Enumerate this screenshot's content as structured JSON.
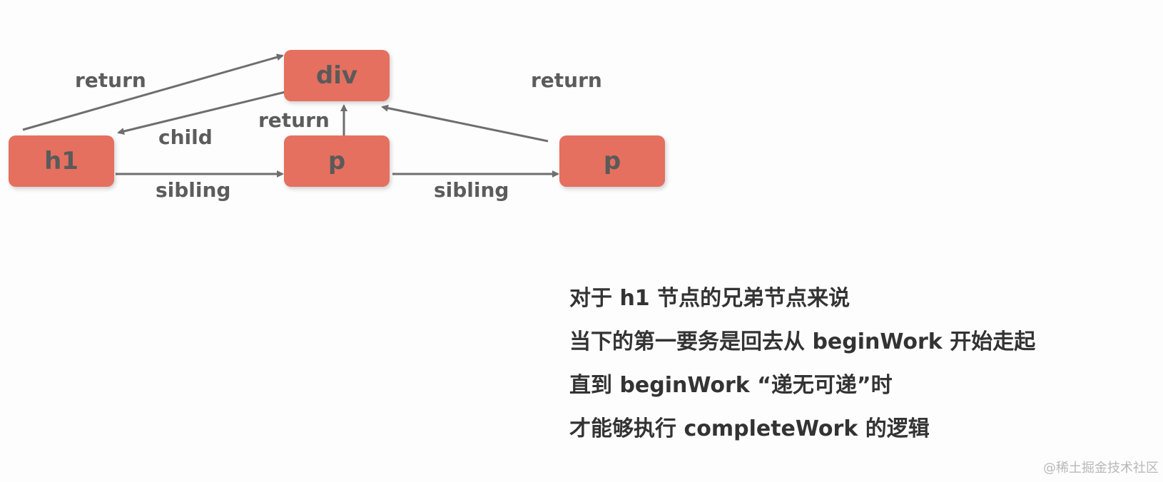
{
  "colors": {
    "node_fill": "#e5705f",
    "node_text": "#5a5a5a",
    "arrow": "#6e6e6e",
    "label_text": "#5c5c5c",
    "caption_text": "#333333",
    "background": "#fdfdfd"
  },
  "nodes": {
    "div": "div",
    "h1": "h1",
    "p1": "p",
    "p2": "p"
  },
  "edges": {
    "h1_return": "return",
    "div_child": "child",
    "h1_sibling": "sibling",
    "p1_return": "return",
    "p2_return": "return",
    "p1_sibling": "sibling"
  },
  "caption": {
    "lines": [
      "对于 h1 节点的兄弟节点来说",
      "当下的第一要务是回去从 beginWork 开始走起",
      "直到 beginWork “递无可递”时",
      "才能够执行 completeWork 的逻辑"
    ]
  },
  "watermark": "@稀土掘金技术社区"
}
